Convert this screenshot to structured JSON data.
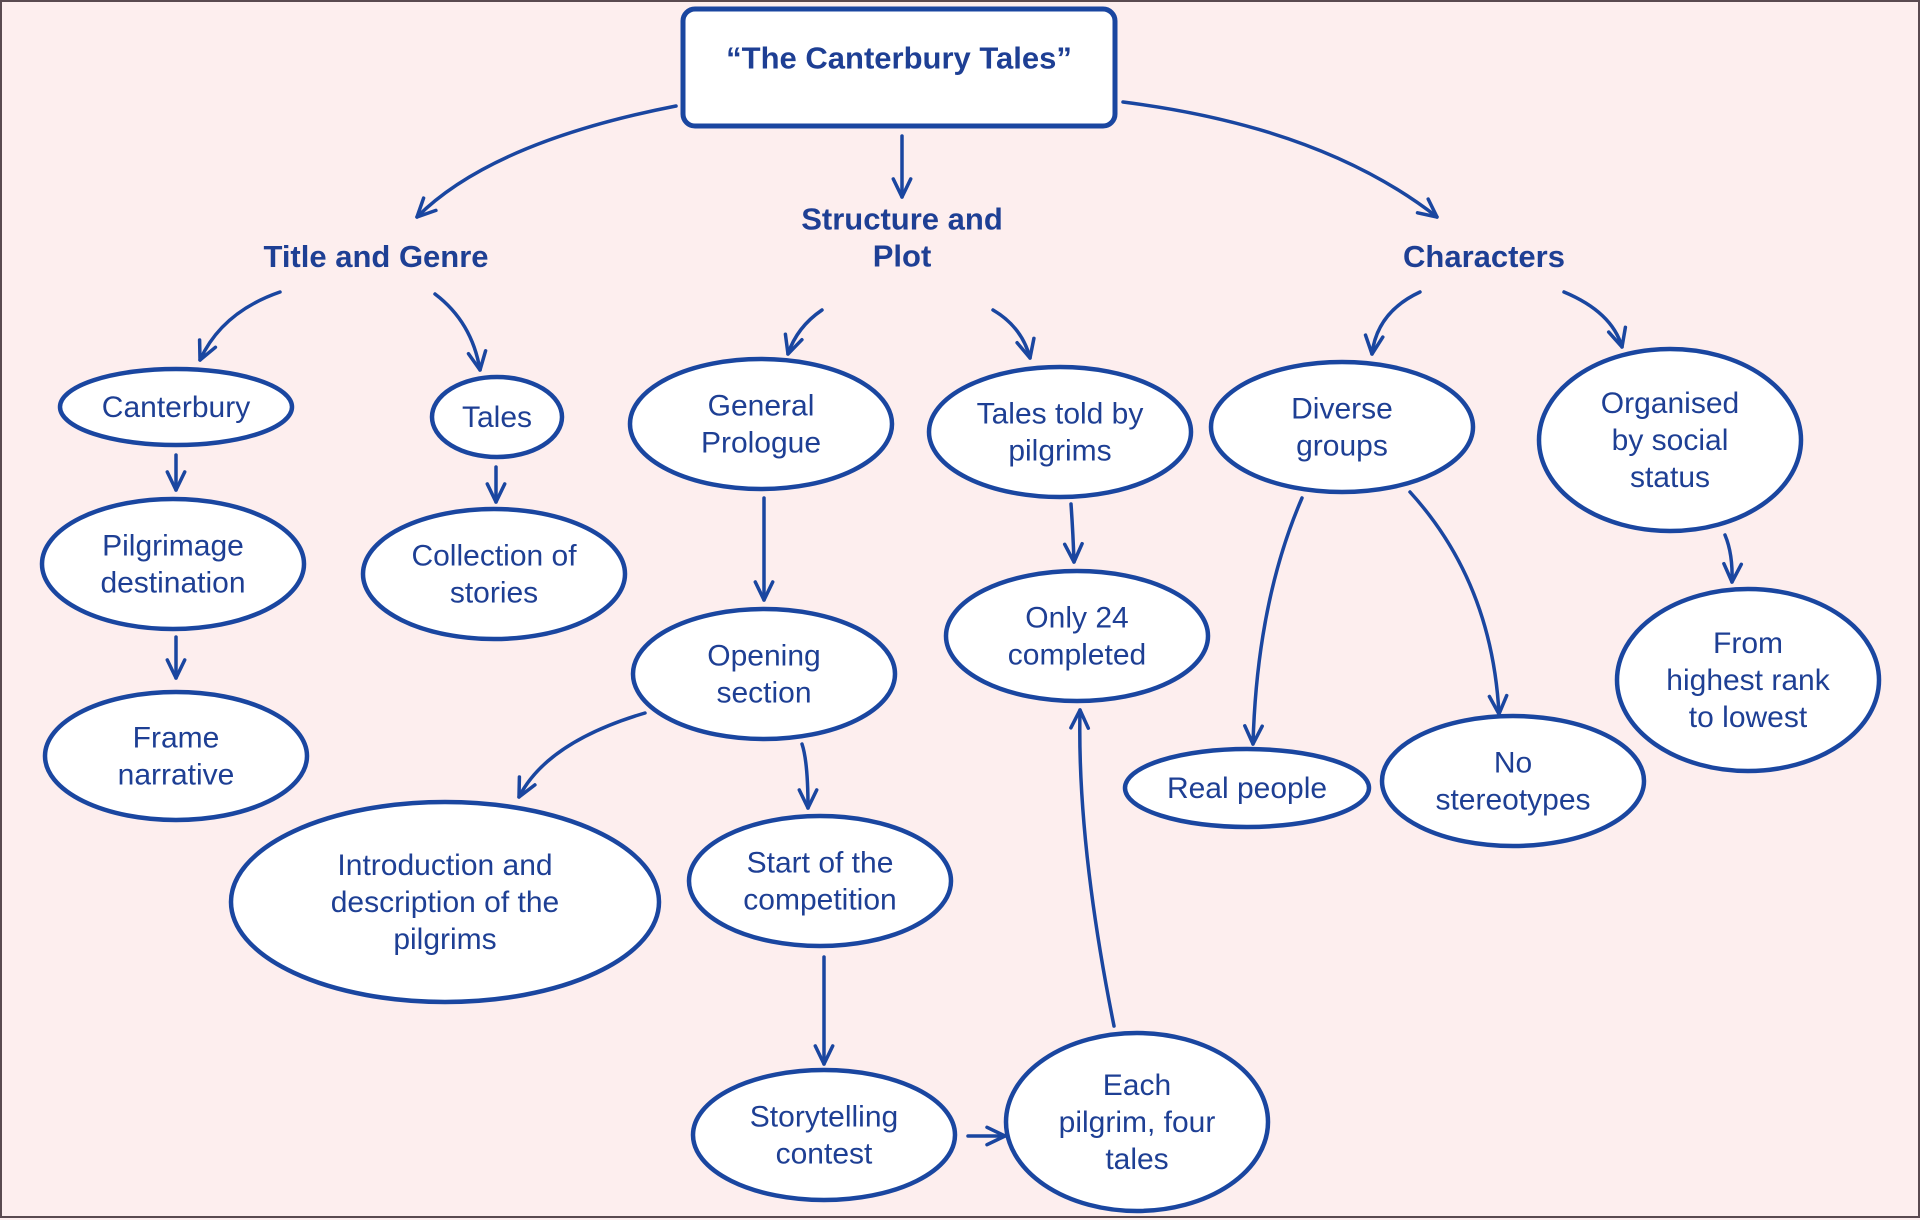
{
  "diagram": {
    "type": "concept-map",
    "colors": {
      "background": "#fdeeee",
      "stroke": "#1a46a0",
      "text": "#1e3f94",
      "node_fill": "#ffffff"
    },
    "root": {
      "id": "root",
      "label": "“The Canterbury Tales”"
    },
    "categories": [
      {
        "id": "title-genre",
        "lines": [
          "Title and Genre"
        ]
      },
      {
        "id": "structure-plot",
        "lines": [
          "Structure and",
          "Plot"
        ]
      },
      {
        "id": "characters",
        "lines": [
          "Characters"
        ]
      }
    ],
    "nodes": [
      {
        "id": "canterbury",
        "lines": [
          "Canterbury"
        ]
      },
      {
        "id": "tales",
        "lines": [
          "Tales"
        ]
      },
      {
        "id": "pilgrimage-destination",
        "lines": [
          "Pilgrimage",
          "destination"
        ]
      },
      {
        "id": "collection-of-stories",
        "lines": [
          "Collection of",
          "stories"
        ]
      },
      {
        "id": "frame-narrative",
        "lines": [
          "Frame",
          "narrative"
        ]
      },
      {
        "id": "general-prologue",
        "lines": [
          "General",
          "Prologue"
        ]
      },
      {
        "id": "tales-told-by-pilgrims",
        "lines": [
          "Tales told by",
          "pilgrims"
        ]
      },
      {
        "id": "opening-section",
        "lines": [
          "Opening",
          "section"
        ]
      },
      {
        "id": "only-24-completed",
        "lines": [
          "Only 24",
          "completed"
        ]
      },
      {
        "id": "introduction-description",
        "lines": [
          "Introduction and",
          "description of the",
          "pilgrims"
        ]
      },
      {
        "id": "start-of-competition",
        "lines": [
          "Start of the",
          "competition"
        ]
      },
      {
        "id": "storytelling-contest",
        "lines": [
          "Storytelling",
          "contest"
        ]
      },
      {
        "id": "each-pilgrim-four-tales",
        "lines": [
          "Each",
          "pilgrim, four",
          "tales"
        ]
      },
      {
        "id": "diverse-groups",
        "lines": [
          "Diverse",
          "groups"
        ]
      },
      {
        "id": "organised-by-social-status",
        "lines": [
          "Organised",
          "by social",
          "status"
        ]
      },
      {
        "id": "real-people",
        "lines": [
          "Real people"
        ]
      },
      {
        "id": "no-stereotypes",
        "lines": [
          "No",
          "stereotypes"
        ]
      },
      {
        "id": "highest-to-lowest",
        "lines": [
          "From",
          "highest rank",
          "to lowest"
        ]
      }
    ],
    "edges": [
      {
        "from": "root",
        "to": "title-genre"
      },
      {
        "from": "root",
        "to": "structure-plot"
      },
      {
        "from": "root",
        "to": "characters"
      },
      {
        "from": "title-genre",
        "to": "canterbury"
      },
      {
        "from": "title-genre",
        "to": "tales"
      },
      {
        "from": "canterbury",
        "to": "pilgrimage-destination"
      },
      {
        "from": "pilgrimage-destination",
        "to": "frame-narrative"
      },
      {
        "from": "tales",
        "to": "collection-of-stories"
      },
      {
        "from": "structure-plot",
        "to": "general-prologue"
      },
      {
        "from": "structure-plot",
        "to": "tales-told-by-pilgrims"
      },
      {
        "from": "general-prologue",
        "to": "opening-section"
      },
      {
        "from": "opening-section",
        "to": "introduction-description"
      },
      {
        "from": "opening-section",
        "to": "start-of-competition"
      },
      {
        "from": "start-of-competition",
        "to": "storytelling-contest"
      },
      {
        "from": "storytelling-contest",
        "to": "each-pilgrim-four-tales"
      },
      {
        "from": "each-pilgrim-four-tales",
        "to": "only-24-completed"
      },
      {
        "from": "tales-told-by-pilgrims",
        "to": "only-24-completed"
      },
      {
        "from": "characters",
        "to": "diverse-groups"
      },
      {
        "from": "characters",
        "to": "organised-by-social-status"
      },
      {
        "from": "diverse-groups",
        "to": "real-people"
      },
      {
        "from": "diverse-groups",
        "to": "no-stereotypes"
      },
      {
        "from": "organised-by-social-status",
        "to": "highest-to-lowest"
      }
    ]
  }
}
